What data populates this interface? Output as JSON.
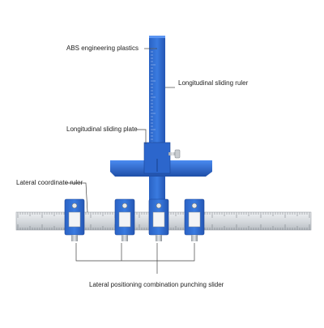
{
  "labels": {
    "abs_material": "ABS engineering plastics",
    "longitudinal_ruler": "Longitudinal sliding ruler",
    "longitudinal_plate": "Longitudinal sliding plate",
    "lateral_ruler": "Lateral coordinate ruler",
    "punching_slider": "Lateral positioning combination punching slider"
  },
  "colors": {
    "tool_blue": "#2f6fd6",
    "tool_blue_dark": "#1f4fa8",
    "steel": "#d9dde2",
    "leader_line": "#444444"
  }
}
